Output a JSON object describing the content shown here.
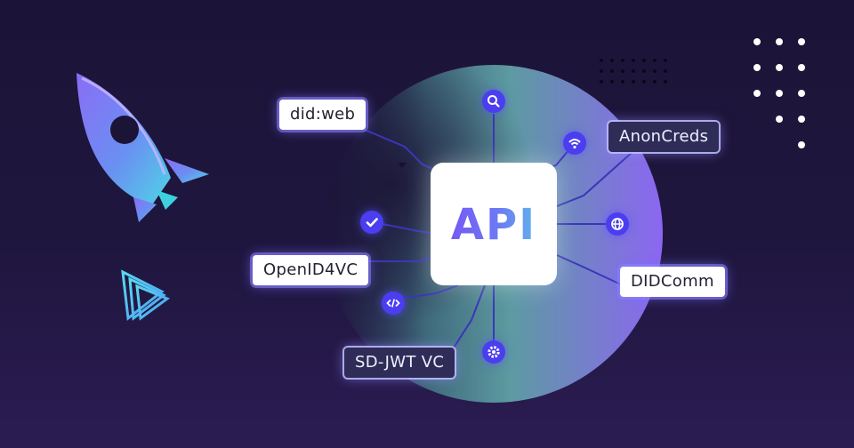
{
  "center": {
    "label": "API"
  },
  "tags": {
    "did_web": "did:web",
    "anoncreds": "AnonCreds",
    "openid4vc": "OpenID4VC",
    "didcomm": "DIDComm",
    "sd_jwt_vc": "SD-JWT VC"
  },
  "icons": {
    "search": "search-icon",
    "wifi": "wifi-icon",
    "globe": "globe-icon",
    "check": "check-icon",
    "code": "code-icon",
    "gear": "gear-icon",
    "rocket": "rocket-illustration",
    "play": "play-triangle-logo"
  },
  "colors": {
    "background": "#1f163f",
    "node": "#4b3df0",
    "line": "#3a36b8",
    "circle_teal": "#4f8f98",
    "circle_violet": "#8b6cf0"
  }
}
